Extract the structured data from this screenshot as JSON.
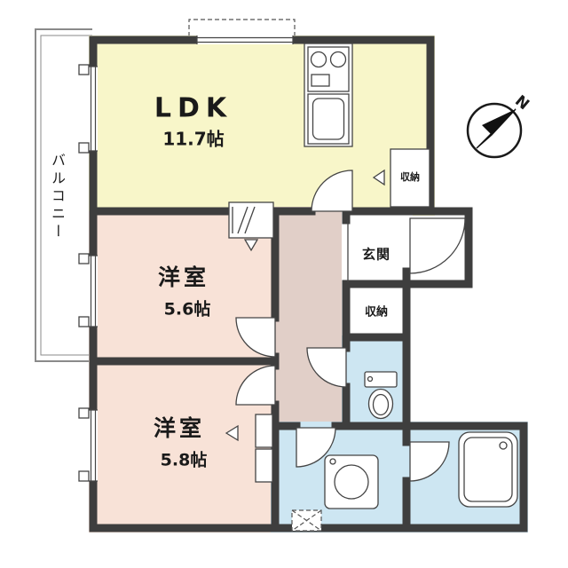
{
  "floorplan": {
    "rooms": {
      "ldk": {
        "label": "LDK",
        "size": "11.7帖"
      },
      "western1": {
        "label": "洋室",
        "size": "5.6帖"
      },
      "western2": {
        "label": "洋室",
        "size": "5.8帖"
      },
      "balcony": {
        "label": "バルコニー"
      },
      "entrance": {
        "label": "玄関"
      },
      "hall_storage": {
        "label": "収納"
      },
      "ldk_storage": {
        "label": "収納"
      }
    },
    "compass": {
      "label": "N"
    },
    "colors": {
      "ldk_room": "#F8F6C9",
      "western_room": "#F8E2D7",
      "hallway": "#E1CFC8",
      "wet_area": "#CDE6F2",
      "wall": "#3E3E3E",
      "line": "#444444",
      "balcony_rail": "#8A8A8A"
    },
    "icons": [
      "compass-icon",
      "stove-icon",
      "sink-icon",
      "toilet-icon",
      "bathtub-icon",
      "washing-machine-icon",
      "door-swing-icon",
      "window-icon",
      "closet-icon"
    ]
  }
}
